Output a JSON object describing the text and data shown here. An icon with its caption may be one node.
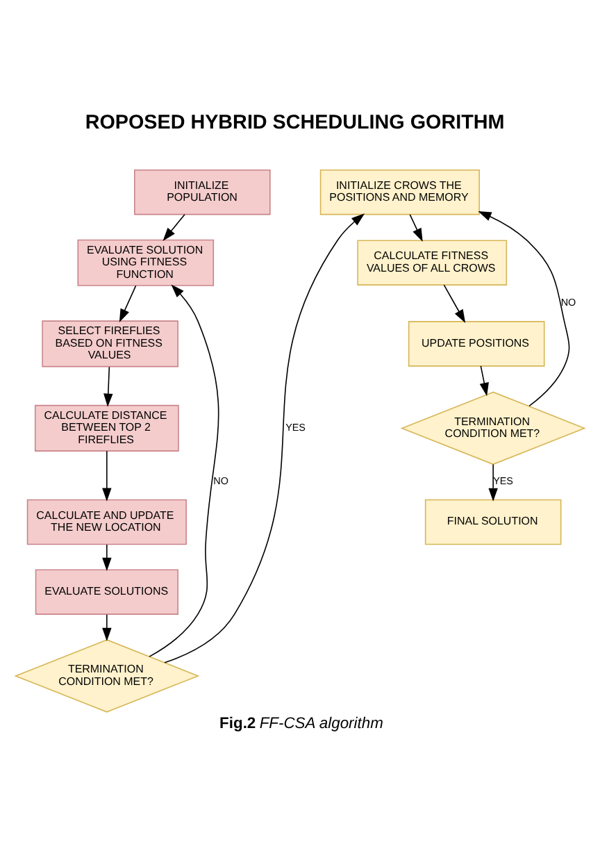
{
  "diagram": {
    "title": "ROPOSED HYBRID SCHEDULING GORITHM",
    "caption": "**Fig.2** *FF-CSA algorithm*",
    "nodes": [
      {
        "text": [
          "INITIALIZE POPULATION"
        ]
      },
      {
        "text": [
          "EVALUATE SOLUTION USING FITNESS FUNCTION"
        ]
      },
      {
        "text": [
          "SELECT FIREFLIES BASED ON FITNESS VALUES"
        ]
      },
      {
        "text": [
          "CALCULATE DISTANCE BETWEEN TOP 2 FIREFLIES"
        ]
      },
      {
        "text": [
          "CALCULATE AND UPDATE THE NEW LOCATION"
        ]
      },
      {
        "text": [
          "EVALUATE SOLUTIONS"
        ]
      },
      {
        "text": [
          "TERMINATION CONDITION MET?"
        ]
      },
      {
        "text": [
          "INITIALIZE CROWS THE POSITIONS AND MEMORY"
        ]
      },
      {
        "text": [
          "CALCULATE FITNESS VALUES OF ALL CROWS"
        ]
      },
      {
        "text": [
          "UPDATE POSITIONS"
        ]
      },
      {
        "text": [
          "TERMINATION CONDITION MET?"
        ]
      },
      {
        "text": [
          "FINAL SOLUTION"
        ]
      }
    ],
    "edges": [
      {
        "from": 0,
        "to": 1,
        "arrow": "to"
      },
      {
        "from": 1,
        "to": 2,
        "arrow": "to"
      },
      {
        "from": 2,
        "to": 3,
        "arrow": "to"
      },
      {
        "from": 3,
        "to": 4,
        "arrow": "to"
      },
      {
        "from": 4,
        "to": 5,
        "arrow": "to"
      },
      {
        "from": 5,
        "to": 6,
        "arrow": "to"
      },
      {
        "from": 6,
        "to": 7,
        "arrow": "to",
        "label": "YES"
      },
      {
        "from": 6,
        "to": 1,
        "arrow": "to",
        "label": "NO"
      },
      {
        "from": 7,
        "to": 8,
        "arrow": "to"
      },
      {
        "from": 8,
        "to": 9,
        "arrow": "to"
      },
      {
        "from": 9,
        "to": 10,
        "arrow": "to"
      },
      {
        "from": 10,
        "to": 11,
        "arrow": "to",
        "label": "YES"
      },
      {
        "from": 10,
        "to": 7,
        "arrow": "to",
        "label": "NO"
      }
    ]
  }
}
